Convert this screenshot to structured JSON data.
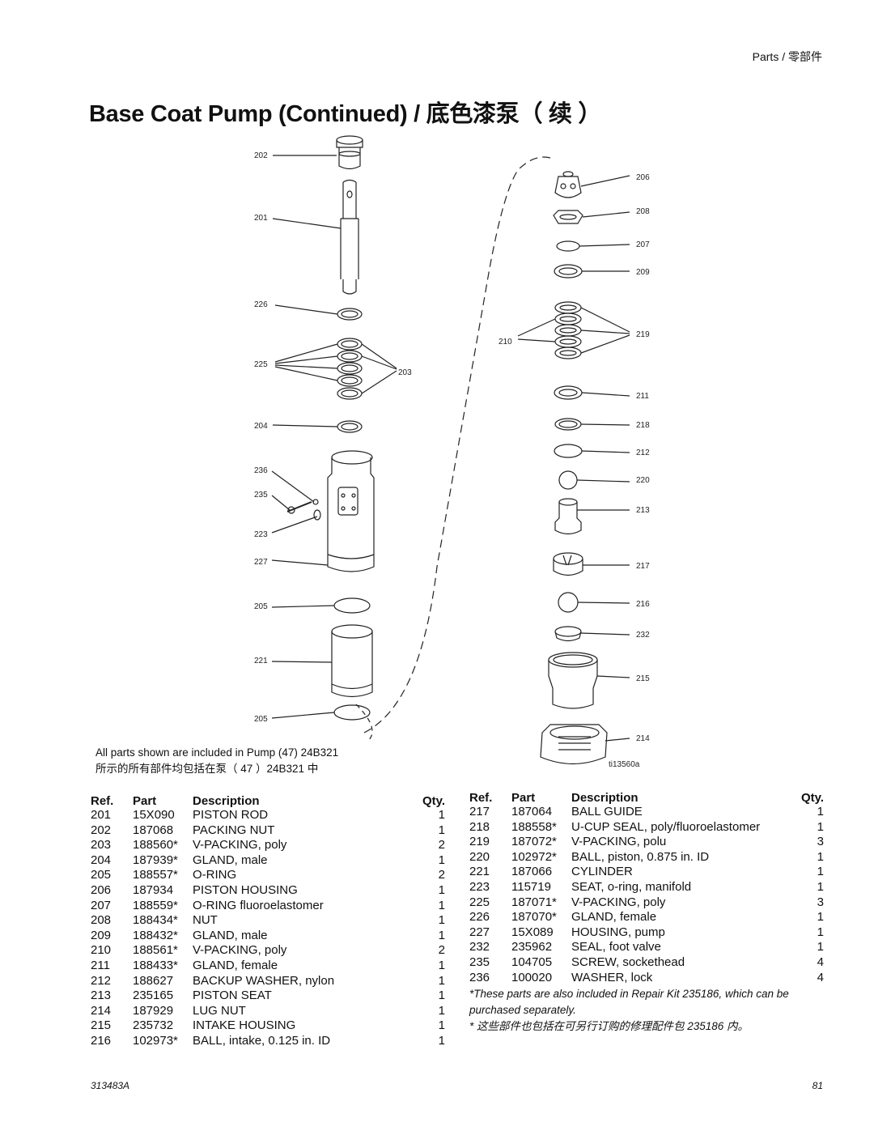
{
  "header": {
    "section": "Parts / 零部件"
  },
  "title": "Base Coat Pump (Continued) / 底色漆泵（ 续 ）",
  "diagram": {
    "callouts": {
      "c202": "202",
      "c201": "201",
      "c226": "226",
      "c225": "225",
      "c203": "203",
      "c204": "204",
      "c236": "236",
      "c235": "235",
      "c223": "223",
      "c227": "227",
      "c205a": "205",
      "c221": "221",
      "c205b": "205",
      "c206": "206",
      "c208": "208",
      "c207": "207",
      "c209": "209",
      "c210": "210",
      "c219": "219",
      "c211": "211",
      "c218": "218",
      "c212": "212",
      "c220": "220",
      "c213": "213",
      "c217": "217",
      "c216": "216",
      "c232": "232",
      "c215": "215",
      "c214": "214"
    },
    "figure_id": "ti13560a"
  },
  "note": {
    "english": "All parts shown are included in Pump (47) 24B321",
    "chinese": "所示的所有部件均包括在泵（ 47 ）24B321 中"
  },
  "table": {
    "headers": {
      "ref": "Ref.",
      "part": "Part",
      "description": "Description",
      "qty": "Qty."
    },
    "left_rows": [
      {
        "ref": "201",
        "part": "15X090",
        "description": "PISTON ROD",
        "qty": "1"
      },
      {
        "ref": "202",
        "part": "187068",
        "description": "PACKING NUT",
        "qty": "1"
      },
      {
        "ref": "203",
        "part": "188560*",
        "description": "V-PACKING, poly",
        "qty": "2"
      },
      {
        "ref": "204",
        "part": "187939*",
        "description": "GLAND, male",
        "qty": "1"
      },
      {
        "ref": "205",
        "part": "188557*",
        "description": "O-RING",
        "qty": "2"
      },
      {
        "ref": "206",
        "part": "187934",
        "description": "PISTON HOUSING",
        "qty": "1"
      },
      {
        "ref": "207",
        "part": "188559*",
        "description": "O-RING fluoroelastomer",
        "qty": "1"
      },
      {
        "ref": "208",
        "part": "188434*",
        "description": "NUT",
        "qty": "1"
      },
      {
        "ref": "209",
        "part": "188432*",
        "description": "GLAND, male",
        "qty": "1"
      },
      {
        "ref": "210",
        "part": "188561*",
        "description": "V-PACKING, poly",
        "qty": "2"
      },
      {
        "ref": "211",
        "part": "188433*",
        "description": "GLAND, female",
        "qty": "1"
      },
      {
        "ref": "212",
        "part": "188627",
        "description": "BACKUP WASHER, nylon",
        "qty": "1"
      },
      {
        "ref": "213",
        "part": "235165",
        "description": "PISTON SEAT",
        "qty": "1"
      },
      {
        "ref": "214",
        "part": "187929",
        "description": "LUG NUT",
        "qty": "1"
      },
      {
        "ref": "215",
        "part": "235732",
        "description": "INTAKE HOUSING",
        "qty": "1"
      },
      {
        "ref": "216",
        "part": "102973*",
        "description": "BALL, intake, 0.125 in. ID",
        "qty": "1"
      }
    ],
    "right_rows": [
      {
        "ref": "217",
        "part": "187064",
        "description": "BALL GUIDE",
        "qty": "1"
      },
      {
        "ref": "218",
        "part": "188558*",
        "description": "U-CUP SEAL, poly/fluoroelastomer",
        "qty": "1"
      },
      {
        "ref": "219",
        "part": "187072*",
        "description": "V-PACKING, polu",
        "qty": "3"
      },
      {
        "ref": "220",
        "part": "102972*",
        "description": "BALL, piston, 0.875 in. ID",
        "qty": "1"
      },
      {
        "ref": "221",
        "part": "187066",
        "description": "CYLINDER",
        "qty": "1"
      },
      {
        "ref": "223",
        "part": "115719",
        "description": "SEAT, o-ring, manifold",
        "qty": "1"
      },
      {
        "ref": "225",
        "part": "187071*",
        "description": "V-PACKING, poly",
        "qty": "3"
      },
      {
        "ref": "226",
        "part": "187070*",
        "description": "GLAND, female",
        "qty": "1"
      },
      {
        "ref": "227",
        "part": "15X089",
        "description": "HOUSING, pump",
        "qty": "1"
      },
      {
        "ref": "232",
        "part": "235962",
        "description": "SEAL, foot valve",
        "qty": "1"
      },
      {
        "ref": "235",
        "part": "104705",
        "description": "SCREW, sockethead",
        "qty": "4"
      },
      {
        "ref": "236",
        "part": "100020",
        "description": "WASHER, lock",
        "qty": "4"
      }
    ],
    "footnote_english": "*These parts are also included in Repair Kit 235186, which can be purchased separately.",
    "footnote_chinese": "* 这些部件也包括在可另行订购的修理配件包 235186 内。"
  },
  "footer": {
    "doc_number": "313483A",
    "page_number": "81"
  }
}
